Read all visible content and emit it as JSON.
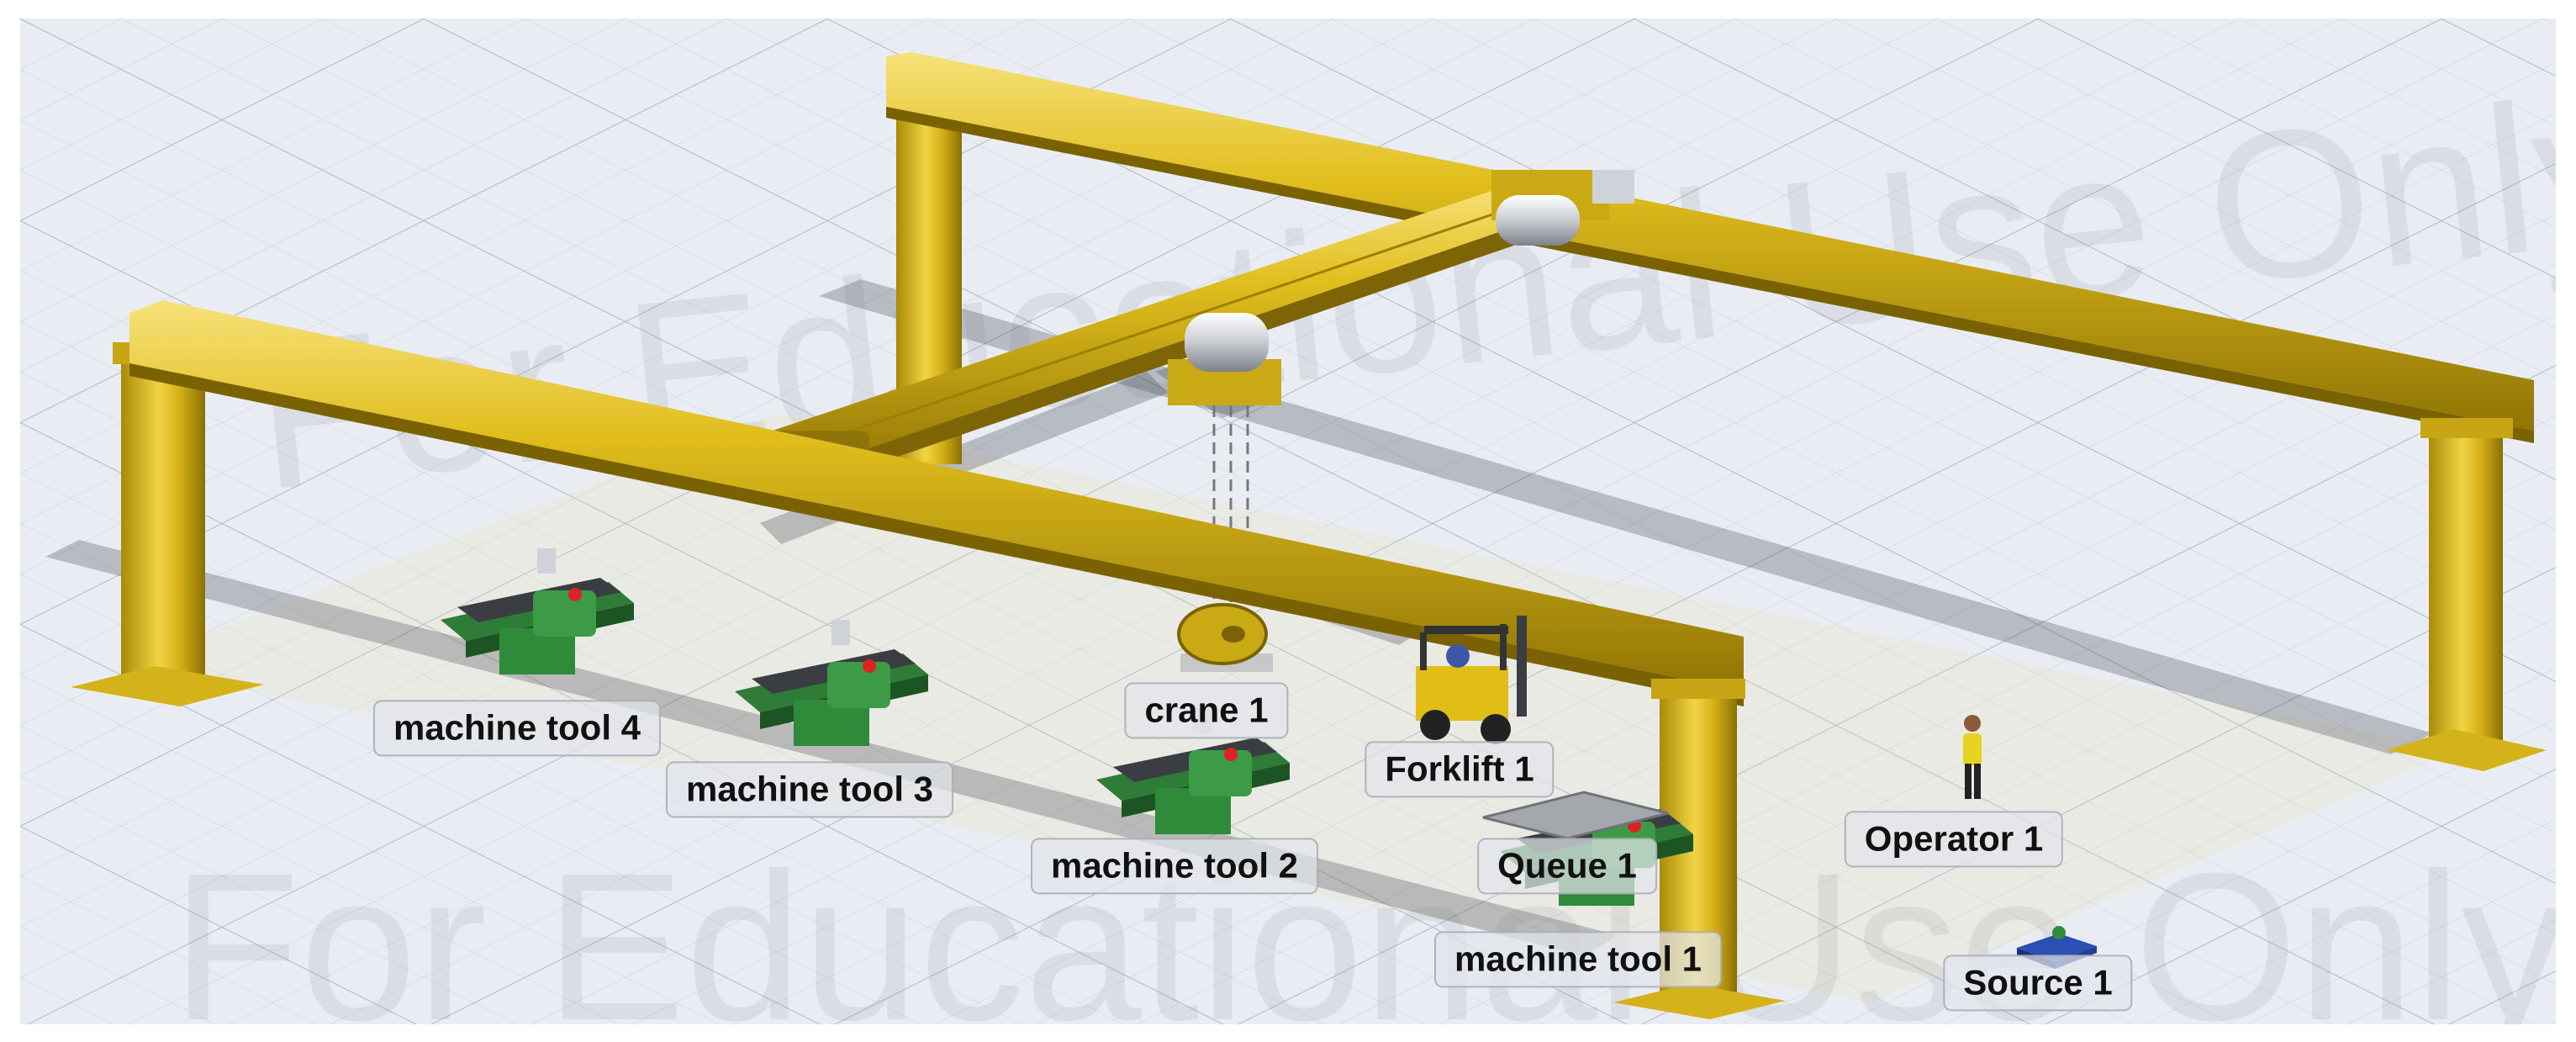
{
  "scene": {
    "watermark": "For Educational Use Only",
    "objects": [
      {
        "key": "machine_tool_4",
        "label": "machine tool 4",
        "type": "machine-tool"
      },
      {
        "key": "machine_tool_3",
        "label": "machine tool 3",
        "type": "machine-tool"
      },
      {
        "key": "crane_1",
        "label": "crane 1",
        "type": "overhead-crane"
      },
      {
        "key": "forklift_1",
        "label": "Forklift 1",
        "type": "forklift"
      },
      {
        "key": "machine_tool_2",
        "label": "machine tool 2",
        "type": "machine-tool"
      },
      {
        "key": "queue_1",
        "label": "Queue 1",
        "type": "queue"
      },
      {
        "key": "operator_1",
        "label": "Operator 1",
        "type": "operator"
      },
      {
        "key": "machine_tool_1",
        "label": "machine tool 1",
        "type": "machine-tool"
      },
      {
        "key": "source_1",
        "label": "Source 1",
        "type": "source"
      }
    ]
  },
  "colors": {
    "floor": "#e9edf3",
    "grid": "#bfc9d6",
    "crane_yellow": "#d7b415",
    "crane_yellow_dark": "#9c7f06",
    "crane_yellow_light": "#f4dc4a",
    "machine_green": "#2f8a3a",
    "source_blue": "#2b4fb3"
  }
}
